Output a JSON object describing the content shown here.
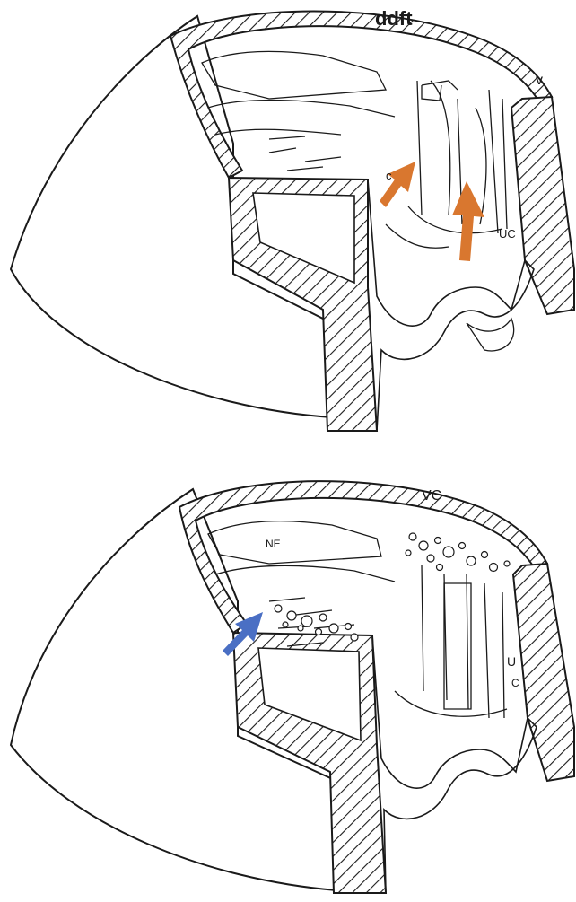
{
  "diagrams": [
    {
      "labels": {
        "ddft": "ddft",
        "v": "v",
        "uc": "UC",
        "c": "c"
      },
      "arrows": [
        {
          "color": "#d9772f",
          "points_to": "deep digital flexor tendon region"
        },
        {
          "color": "#d9772f",
          "points_to": "ungual cartilage region"
        }
      ]
    },
    {
      "labels": {
        "vc": "VC",
        "ne": "NE",
        "u": "U",
        "c": "C"
      },
      "arrows": [
        {
          "color": "#4a6fc4",
          "points_to": "laminar gas pockets"
        }
      ]
    }
  ],
  "colors": {
    "line": "#1a1a1a",
    "orange_arrow": "#d9772f",
    "blue_arrow": "#4a6fc4",
    "background": "#ffffff"
  }
}
